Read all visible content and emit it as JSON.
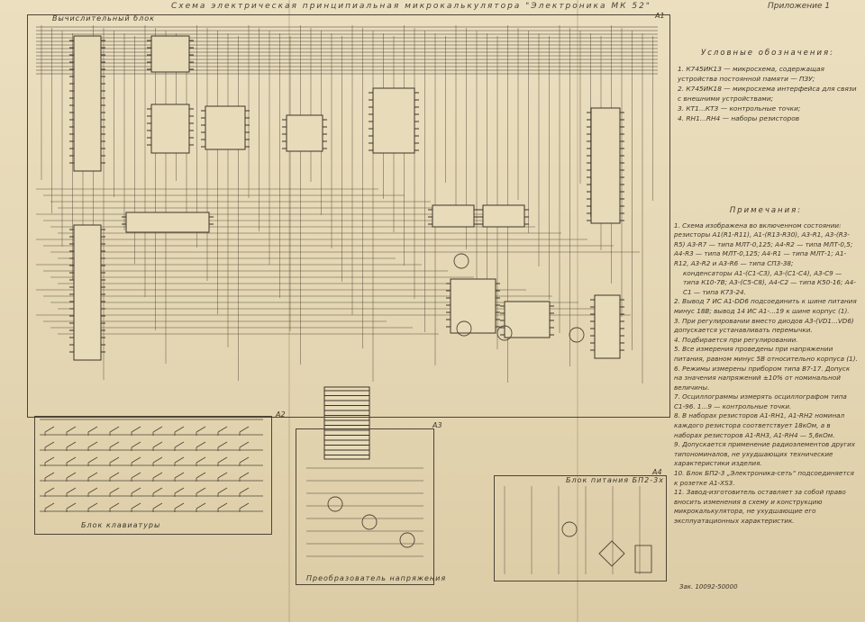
{
  "document": {
    "title": "Схема электрическая принципиальная микрокалькулятора \"Электроника МК 52\"",
    "appendix": "Приложение 1",
    "sheet_labels": [
      "А1",
      "А2",
      "А3",
      "А4"
    ],
    "block_labels": {
      "computing": "Вычислительный блок",
      "keyboard": "Блок клавиатуры",
      "converter": "Преобразователь напряжения",
      "power": "Блок питания БП2-3х"
    },
    "legend": {
      "heading": "Условные обозначения:",
      "items": [
        "1. К745ИК13 — микросхема, содержащая устройства постоянной памяти — ПЗУ;",
        "2. К745ИК18 — микросхема интерфейса для связи с внешними устройствами;",
        "3. КТ1...КТ3 — контрольные точки;",
        "4. RH1...RH4 — наборы резисторов"
      ]
    },
    "notes": {
      "heading": "Примечания:",
      "items": [
        "1. Схема изображена во включенном состоянии: резисторы А1(R1-R11), А1-(R13-R30), А3-R1, А3-(R3-R5) А3-R7 — типа МЛТ-0,125; А4-R2 — типа МЛТ-0,5; А4-R3 — типа МЛТ-0,125; А4-R1 — типа МЛТ-1; А1-R12, А3-R2 и А3-R6 — типа СП3-38;",
        "конденсаторы А1-(С1-С3), А3-(С1-С4), А3-С9 — типа К10-7В; А3-(С5-С8), А4-С2 — типа К50-16; А4-С1 — типа К73-24.",
        "2. Вывод 7 ИС А1-DD6 подсоединить к шине питания минус 18В; вывод 14 ИС А1-...19 к шине корпус (1).",
        "3. При регулировании вместо диодов А3-(VD1...VD6) допускается устанавливать перемычки.",
        "4. Подбирается при регулировании.",
        "5. Все измерения проведены при напряжении питания, равном минус 5В относительно корпуса (1).",
        "6. Режимы измерены прибором типа В7-17. Допуск на значения напряжений ±10% от номинальной величины.",
        "7. Осциллограммы измерять осциллографом типа С1-96. 1...9 — контрольные точки.",
        "8. В наборах резисторов А1-RH1, А1-RH2 номинал каждого резистора соответствует 18кОм, а в наборах резисторов А1-RH3, А1-RH4 — 5,6кОм.",
        "9. Допускается применение радиоэлементов других типономиналов, не ухудшающих технические характеристики изделия.",
        "10. Блок БП2-3 „Электроника-сеть“ подсоединяется к розетке А1-ХS3.",
        "11. Завод-изготовитель оставляет за собой право вносить изменения в схему и конструкцию микрокалькулятора, не ухудшающие его эксплуатационных характеристик."
      ]
    },
    "order_number": "Зак. 10092-50000"
  }
}
